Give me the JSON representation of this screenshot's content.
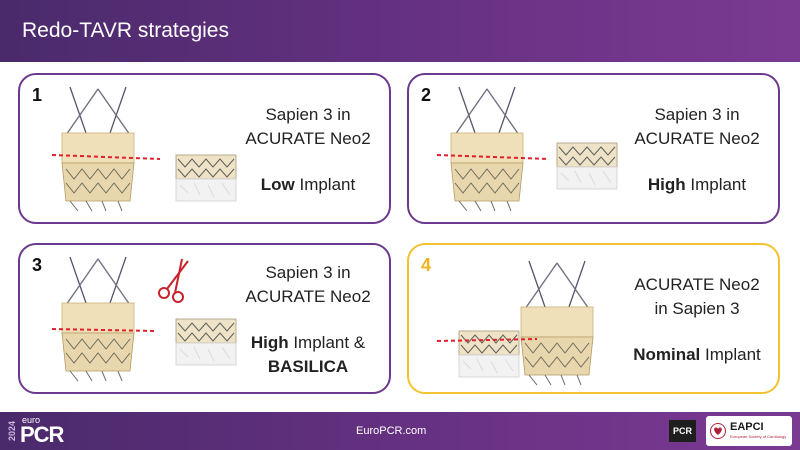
{
  "header": {
    "title": "Redo-TAVR strategies"
  },
  "panels": [
    {
      "number": "1",
      "line1": "Sapien 3 in",
      "line2": "ACURATE Neo2",
      "bold": "Low",
      "rest": " Implant",
      "line4": ""
    },
    {
      "number": "2",
      "line1": "Sapien 3 in",
      "line2": "ACURATE Neo2",
      "bold": "High",
      "rest": " Implant",
      "line4": ""
    },
    {
      "number": "3",
      "line1": "Sapien 3 in",
      "line2": "ACURATE Neo2",
      "bold": "High",
      "rest": " Implant &",
      "line4": "BASILICA"
    },
    {
      "number": "4",
      "line1": "ACURATE Neo2",
      "line2": "in Sapien 3",
      "bold": "Nominal",
      "rest": " Implant",
      "line4": ""
    }
  ],
  "footer": {
    "year": "2024",
    "euro": "euro",
    "brand": "PCR",
    "url": "EuroPCR.com",
    "pcr_logo": "PCR",
    "eapci": "EAPCI",
    "eapci_sub": "European Society of Cardiology"
  },
  "colors": {
    "header": "#5a2e7a",
    "panel_border": "#6b3a8e",
    "highlight_border": "#f2c230",
    "cut_line": "#e0202a"
  },
  "icons": [
    "scissors-icon",
    "heart-icon"
  ]
}
